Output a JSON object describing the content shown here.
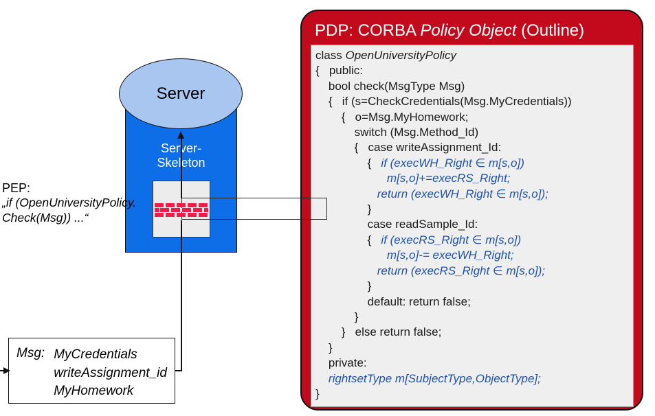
{
  "colors": {
    "pdp_red": "#C20A1C",
    "server_blue": "#0D6EE8",
    "ellipse_blue": "#A8C6F0",
    "brick_red": "#F8194B",
    "code_blue": "#1F51A5",
    "panel_gray": "#EFEFEF",
    "pep_gray": "#ECECEC"
  },
  "server": {
    "label": "Server"
  },
  "skeleton": {
    "line1": "Server-",
    "line2": "Skeleton"
  },
  "pep": {
    "label": "PEP:",
    "code_line1": "„if (OpenUniversityPolicy.",
    "code_line2": "Check(Msg)) ...“"
  },
  "msg_box": {
    "label": "Msg:",
    "items": [
      "MyCredentials",
      "writeAssignment_id",
      "MyHomework"
    ]
  },
  "pdp": {
    "title": {
      "prefix": "PDP: CORBA ",
      "italic": "Policy Object",
      "suffix": " (Outline)"
    },
    "code": {
      "lines": [
        [
          {
            "t": "class ",
            "s": "n"
          },
          {
            "t": "OpenUniversityPolicy",
            "s": "i"
          }
        ],
        [
          {
            "t": "{   public:",
            "s": "n"
          }
        ],
        [
          {
            "t": "    bool check(MsgType Msg)",
            "s": "n"
          }
        ],
        [
          {
            "t": "    {   if (s=CheckCredentials(Msg.MyCredentials))",
            "s": "n"
          }
        ],
        [
          {
            "t": "        {   o=Msg.MyHomework;",
            "s": "n"
          }
        ],
        [
          {
            "t": "            switch (Msg.Method_Id)",
            "s": "n"
          }
        ],
        [
          {
            "t": "            {   case writeAssignment_Id:",
            "s": "n"
          }
        ],
        [
          {
            "t": "                {   ",
            "s": "n"
          },
          {
            "t": "if (execWH_Right ∈ m[s,o])",
            "s": "b"
          }
        ],
        [
          {
            "t": "                      ",
            "s": "n"
          },
          {
            "t": "m[s,o]+=execRS_Right;",
            "s": "b"
          }
        ],
        [
          {
            "t": "                   ",
            "s": "n"
          },
          {
            "t": "return (execWH_Right ∈ m[s,o]);",
            "s": "b"
          }
        ],
        [
          {
            "t": "                }",
            "s": "n"
          }
        ],
        [
          {
            "t": "                case readSample_Id:",
            "s": "n"
          }
        ],
        [
          {
            "t": "                {   ",
            "s": "n"
          },
          {
            "t": "if (execRS_Right ∈ m[s,o])",
            "s": "b"
          }
        ],
        [
          {
            "t": "                      ",
            "s": "n"
          },
          {
            "t": "m[s,o]-= execWH_Right;",
            "s": "b"
          }
        ],
        [
          {
            "t": "                   ",
            "s": "n"
          },
          {
            "t": "return (execRS_Right ∈ m[s,o]);",
            "s": "b"
          }
        ],
        [
          {
            "t": "                }",
            "s": "n"
          }
        ],
        [
          {
            "t": "                default: return false;",
            "s": "n"
          }
        ],
        [
          {
            "t": "            }",
            "s": "n"
          }
        ],
        [
          {
            "t": "        }   else return false;",
            "s": "n"
          }
        ],
        [
          {
            "t": "    }",
            "s": "n"
          }
        ],
        [
          {
            "t": "    private:",
            "s": "n"
          }
        ],
        [
          {
            "t": "    ",
            "s": "n"
          },
          {
            "t": "rightsetType m[SubjectType,ObjectType];",
            "s": "b"
          }
        ],
        [
          {
            "t": "}",
            "s": "n"
          }
        ]
      ]
    }
  }
}
